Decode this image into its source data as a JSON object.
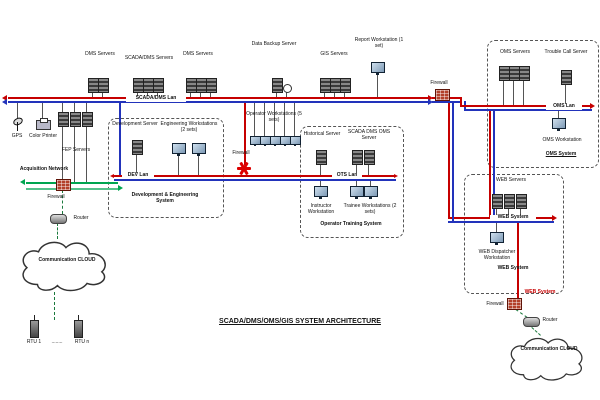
{
  "title": "SCADA/DMS/OMS/GIS SYSTEM ARCHITECTURE",
  "colors": {
    "lan_red": "#c60000",
    "lan_blue": "#2233bb",
    "acquisition_green": "#00a550",
    "dashed_link_green": "#1b7a3d",
    "firewall_star_red": "#dd0000"
  },
  "labels": {
    "scada_dms_lan": "SCADA/DMS Lan",
    "dms_servers_1": "DMS Servers",
    "scada_dms_servers": "SCADA/DMS Servers",
    "dms_servers_2": "DMS Servers",
    "data_backup_server": "Data Backup Server",
    "gis_servers": "GIS Servers",
    "report_workstation": "Report Workstation (1 set)",
    "firewall_top": "Firewall",
    "oms_servers": "OMS Servers",
    "trouble_call_server": "Trouble Call Server",
    "oms_lan": "OMS Lan",
    "oms_workstation": "OMS Workstation",
    "oms_system": "OMS System",
    "gps": "GPS",
    "color_printer": "Color Printer",
    "fep_servers": "FEP Servers",
    "acquisition_network": "Acquisition Network",
    "firewall_left": "Firewall",
    "router_left": "Router",
    "comm_cloud_left": "Communication CLOUD",
    "rtu_first": "RTU 1",
    "rtu_dots": "........",
    "rtu_last": "RTU n",
    "development_server": "Development Server",
    "engineering_workstations": "Engineering Workstations (2 sets)",
    "dev_lan": "DEV Lan",
    "dev_eng_system": "Development & Engineering System",
    "firewall_mid": "Firewall",
    "operator_workstations": "Operator Workstations (5 sets)",
    "historical_server": "Historical Server",
    "scada_dms_oms_server": "SCADA DMS OMS Server",
    "ots_lan": "OTS Lan",
    "instructor_workstation": "Instructor Workstation",
    "trainee_workstations": "Trainee Workstations (2 sets)",
    "operator_training_system": "Operator Training System",
    "web_servers": "WEB Servers",
    "web_lan": "WEB System",
    "web_dispatcher_workstation": "WEB Dispatcher Workstation",
    "web_system": "WEB System",
    "web_system_red": "WEB System",
    "firewall_right": "Firewall",
    "router_right": "Router",
    "comm_cloud_right": "Communication CLOUD"
  }
}
